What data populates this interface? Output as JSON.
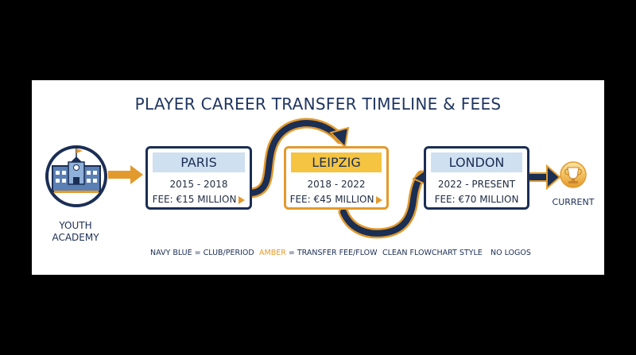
{
  "title": "PLAYER CAREER TRANSFER TIMELINE & FEES",
  "academy": {
    "line1": "YOUTH",
    "line2": "ACADEMY",
    "icon": "school-building-icon"
  },
  "clubs": [
    {
      "name": "PARIS",
      "period": "2015 - 2018",
      "fee": "FEE: €15 MILLION"
    },
    {
      "name": "LEIPZIG",
      "period": "2018 - 2022",
      "fee": "FEE: €45 MILLION"
    },
    {
      "name": "LONDON",
      "period": "2022 - PRESENT",
      "fee": "FEE: €70 MILLION"
    }
  ],
  "current": {
    "label": "CURRENT",
    "icon": "trophy-icon"
  },
  "legend": {
    "navy": "NAVY BLUE = CLUB/PERIOD",
    "amber_word": "AMBER",
    "amber_rest": " = TRANSFER FEE/FLOW",
    "style": "CLEAN FLOWCHART STYLE",
    "logos": "NO LOGOS"
  },
  "colors": {
    "navy": "#1b2e54",
    "amber": "#e39a2c",
    "light_blue": "#cfe0f1",
    "gold": "#f5c440"
  }
}
